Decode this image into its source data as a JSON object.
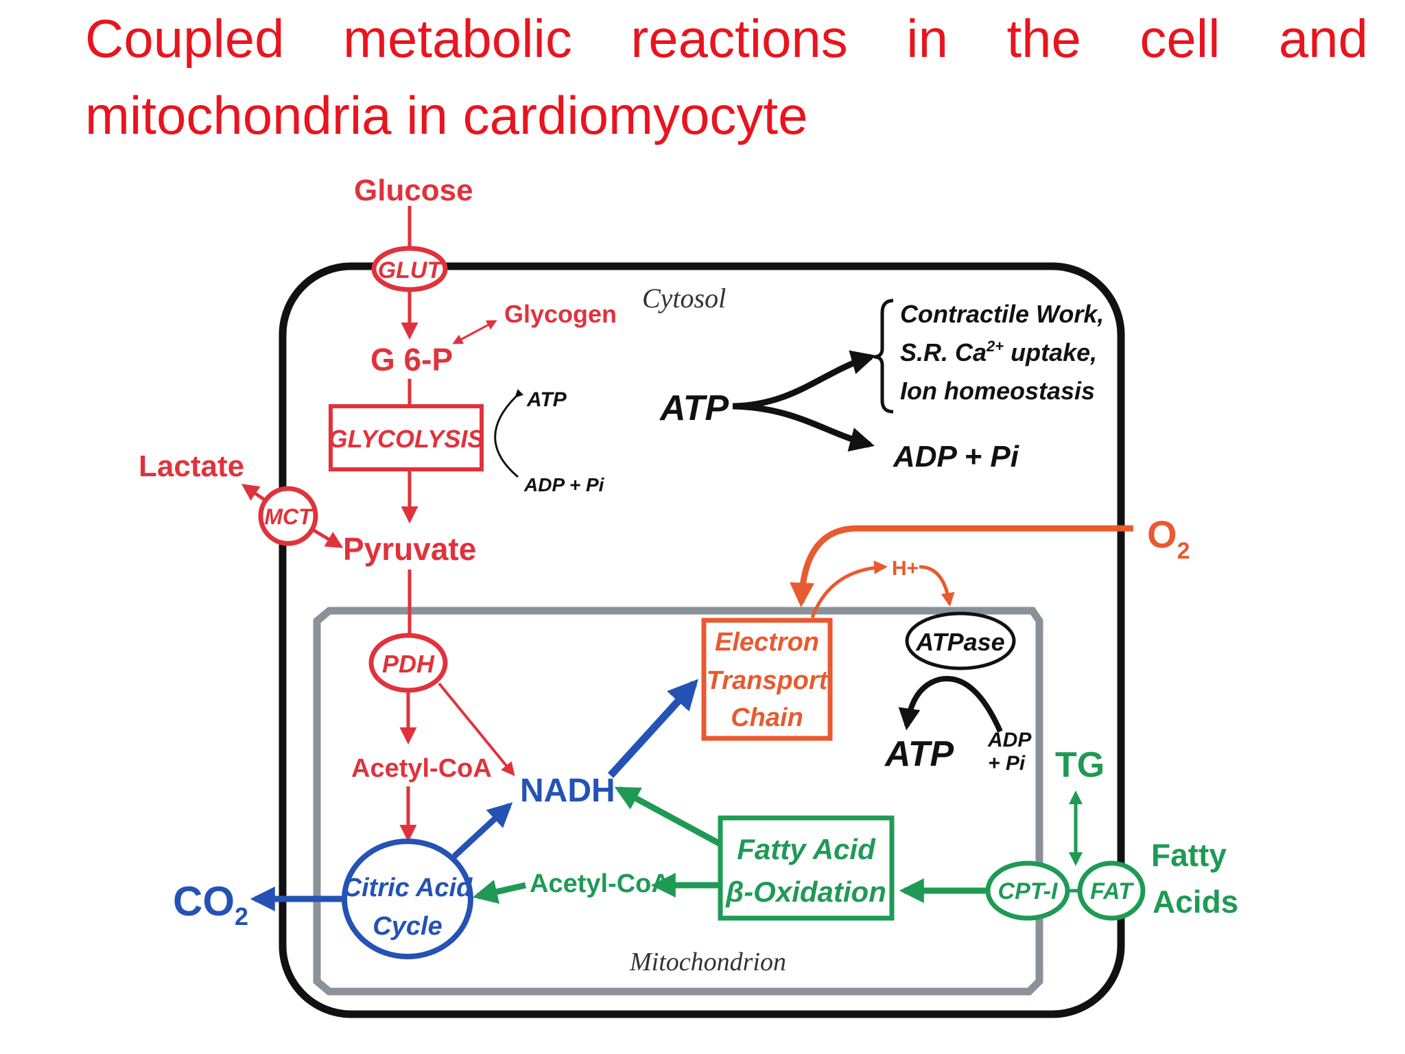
{
  "title": {
    "line1": "Coupled metabolic reactions in the cell and",
    "line2": "mitochondria in cardiomyocyte"
  },
  "colors": {
    "title": "#e8141e",
    "glycolysis": "#e0323c",
    "citric": "#2452b5",
    "fatty": "#1f9a55",
    "etc": "#e85a30",
    "cell_border": "#111111",
    "mito_border": "#8a9299"
  },
  "labels": {
    "glucose": "Glucose",
    "glut": "GLUT",
    "glycogen": "Glycogen",
    "g6p": "G 6-P",
    "glycolysis": "GLYCOLYSIS",
    "atp_small": "ATP",
    "adp_small": "ADP + Pi",
    "lactate": "Lactate",
    "mct": "MCT",
    "pyruvate": "Pyruvate",
    "pdh": "PDH",
    "acetyl_coa_red": "Acetyl-CoA",
    "nadh": "NADH",
    "citric_1": "Citric Acid",
    "citric_2": "Cycle",
    "co2": "CO",
    "co2_sub": "2",
    "cytosol": "Cytosol",
    "mitochondrion": "Mitochondrion",
    "atp_cyto": "ATP",
    "work_1": "Contractile Work,",
    "work_2a": "S.R. Ca",
    "work_2sup": "2+",
    "work_2b": " uptake,",
    "work_3": "Ion homeostasis",
    "adp_cyto": "ADP + Pi",
    "o2": "O",
    "o2_sub": "2",
    "h_plus": "H+",
    "etc_1": "Electron",
    "etc_2": "Transport",
    "etc_3": "Chain",
    "atpase": "ATPase",
    "atp_mito": "ATP",
    "adp_mito_1": "ADP",
    "adp_mito_2": "+ Pi",
    "tg": "TG",
    "fao_1": "Fatty Acid",
    "fao_2": "β-Oxidation",
    "acetyl_coa_green": "Acetyl-CoA",
    "cpt": "CPT-I",
    "fat": "FAT",
    "fatty_1": "Fatty",
    "fatty_2": "Acids"
  }
}
